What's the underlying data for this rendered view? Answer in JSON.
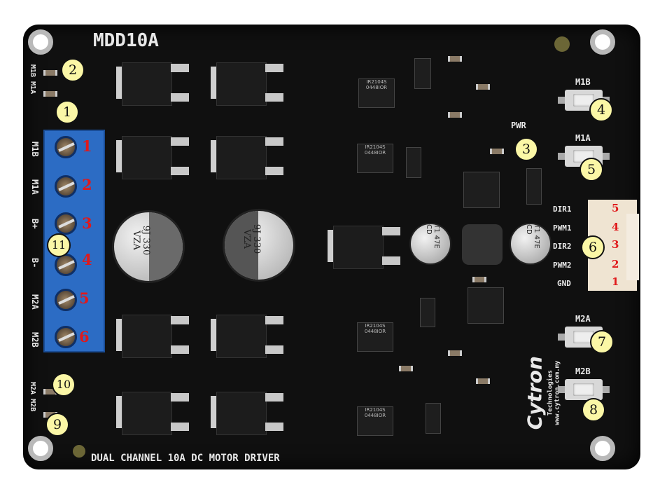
{
  "board": {
    "title": "MDD10A",
    "bottom_text": "DUAL CHANNEL 10A DC MOTOR DRIVER",
    "pwr_label": "PWR",
    "led_labels": {
      "top": "M1B M1A",
      "bottom": "M2A M2B"
    },
    "terminal_labels": [
      "M1B",
      "M1A",
      "B+",
      "B-",
      "M2A",
      "M2B"
    ],
    "button_labels": [
      "M1B",
      "M1A",
      "M2A",
      "M2B"
    ],
    "connector_labels": [
      "DIR1",
      "PWM1",
      "DIR2",
      "PWM2",
      "GND"
    ],
    "capacitor_text": [
      "9J 330 VZA",
      "9J 330 VZA"
    ],
    "small_cap_text": [
      "T1 47E CD",
      "T1 47E CD"
    ],
    "ic_text": "IR2104S 0448IOR",
    "logo": {
      "name": "Cytron",
      "sub": "Technologies",
      "url": "www.cytron.com.my"
    }
  },
  "terminal_numbers": [
    "1",
    "2",
    "3",
    "4",
    "5",
    "6"
  ],
  "connector_numbers": [
    "5",
    "4",
    "3",
    "2",
    "1"
  ],
  "callouts": [
    "1",
    "2",
    "3",
    "4",
    "5",
    "6",
    "7",
    "8",
    "9",
    "10",
    "11"
  ]
}
